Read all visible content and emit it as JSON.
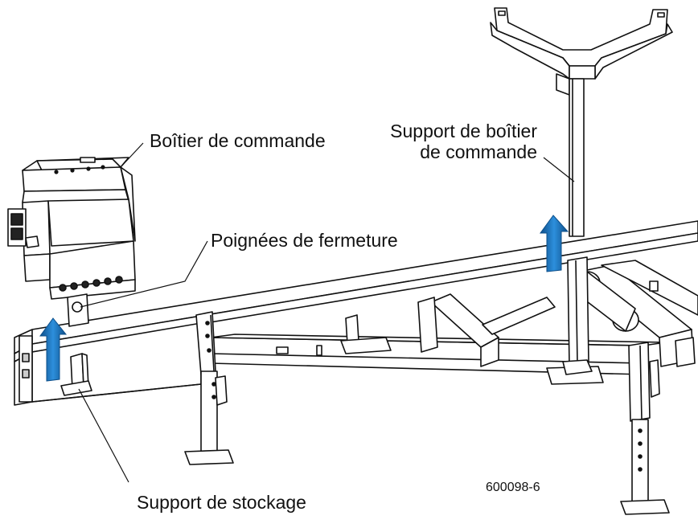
{
  "labels": {
    "control_box": "Boîtier de commande",
    "control_box_support_line1": "Support de boîtier",
    "control_box_support_line2": "de commande",
    "closing_handles": "Poignées de fermeture",
    "storage_support": "Support de stockage"
  },
  "figure_id": "600098-6",
  "colors": {
    "line": "#111111",
    "arrow": "#1b6fb3",
    "fill": "#ffffff",
    "shade": "#d9d9d9"
  }
}
